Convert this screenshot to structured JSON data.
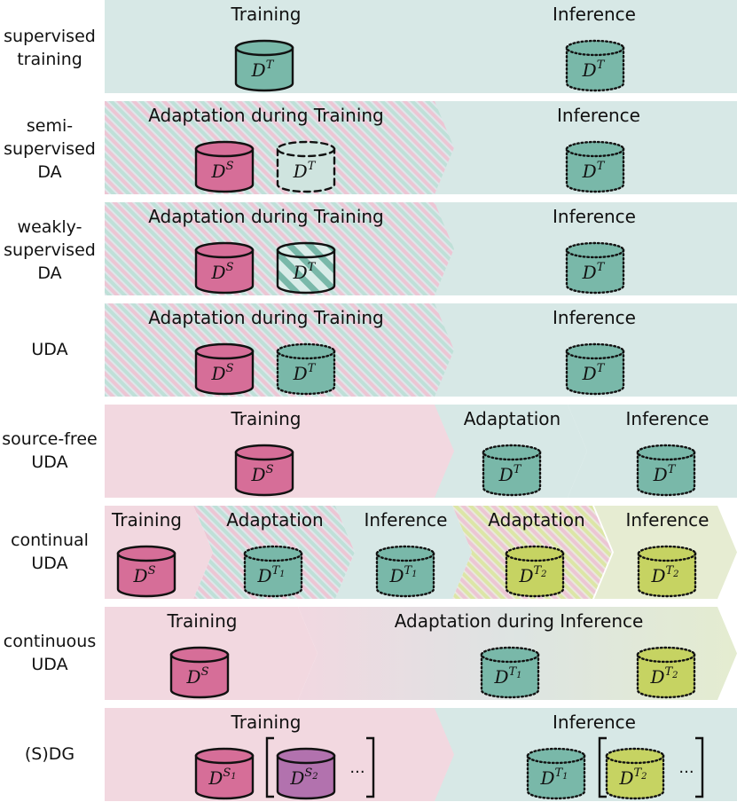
{
  "colors": {
    "train_pink": "#f2d8e0",
    "infer_teal": "#d7e8e6",
    "lime_light": "#e6ecd2",
    "source_cyl": "#d66e98",
    "source2_cyl": "#b272ae",
    "target_cyl": "#79b8a9",
    "target2_cyl": "#c6d362",
    "target_light_cyl": "#cfe4df",
    "stripe_pink": "#e8b7c9",
    "stripe_teal": "#a8d2c9",
    "stripe_lime": "#d7e27e"
  },
  "rows": [
    {
      "label": [
        "supervised",
        "training"
      ],
      "phases": [
        "Training",
        "Inference"
      ],
      "cylinders": [
        "D^T",
        "D^T"
      ]
    },
    {
      "label": [
        "semi-",
        "supervised",
        "DA"
      ],
      "phases": [
        "Adaptation during Training",
        "Inference"
      ],
      "cylinders": [
        "D^S",
        "D^T",
        "D^T"
      ]
    },
    {
      "label": [
        "weakly-",
        "supervised",
        "DA"
      ],
      "phases": [
        "Adaptation during Training",
        "Inference"
      ],
      "cylinders": [
        "D^S",
        "D^T",
        "D^T"
      ]
    },
    {
      "label": [
        "UDA"
      ],
      "phases": [
        "Adaptation during Training",
        "Inference"
      ],
      "cylinders": [
        "D^S",
        "D^T",
        "D^T"
      ]
    },
    {
      "label": [
        "source-free",
        "UDA"
      ],
      "phases": [
        "Training",
        "Adaptation",
        "Inference"
      ],
      "cylinders": [
        "D^S",
        "D^T",
        "D^T"
      ]
    },
    {
      "label": [
        "continual",
        "UDA"
      ],
      "phases": [
        "Training",
        "Adaptation",
        "Inference",
        "Adaptation",
        "Inference"
      ],
      "cylinders": [
        "D^S",
        "D^T1",
        "D^T1",
        "D^T2",
        "D^T2"
      ]
    },
    {
      "label": [
        "continuous",
        "UDA"
      ],
      "phases": [
        "Training",
        "Adaptation during Inference"
      ],
      "cylinders": [
        "D^S",
        "D^T1",
        "D^T2"
      ]
    },
    {
      "label": [
        "(S)DG"
      ],
      "phases": [
        "Training",
        "Inference"
      ],
      "cylinders": [
        "D^S1",
        "D^S2",
        "D^T1",
        "D^T2"
      ],
      "ellipsis": "···"
    }
  ]
}
